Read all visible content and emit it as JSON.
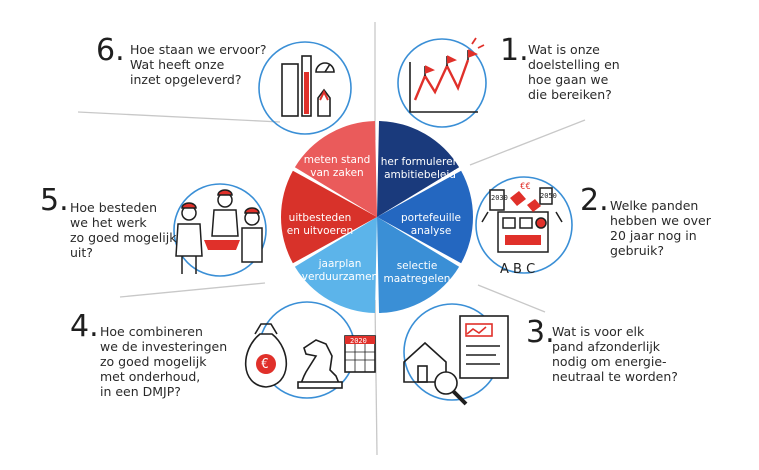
{
  "center_wheel": {
    "segments": [
      {
        "label": "meten stand\nvan zaken",
        "color": "#ea5b5b"
      },
      {
        "label": "her formuleren\nambitiebeleid",
        "color": "#1a3a7c"
      },
      {
        "label": "portefeuille\nanalyse",
        "color": "#2467c0"
      },
      {
        "label": "selectie\nmaatregelen",
        "color": "#3a8fd6"
      },
      {
        "label": "jaarplan\nverduurzamen",
        "color": "#5cb4ea"
      },
      {
        "label": "uitbesteden\nen uitvoeren",
        "color": "#d8322a"
      }
    ]
  },
  "steps": [
    {
      "number": "1.",
      "question": "Wat is onze\ndoelstelling en\nhoe gaan we\ndie bereiken?"
    },
    {
      "number": "2.",
      "question": "Welke panden\nhebben we over\n20 jaar nog in\ngebruik?"
    },
    {
      "number": "3.",
      "question": "Wat is voor elk\npand afzonderlijk\nnodig om energie-\nneutraal te worden?"
    },
    {
      "number": "4.",
      "question": "Hoe combineren\nwe de investeringen\nzo goed mogelijk\nmet onderhoud,\nin een DMJP?"
    },
    {
      "number": "5.",
      "question": "Hoe besteden\nwe het werk\nzo goed mogelijk\nuit?"
    },
    {
      "number": "6.",
      "question": "Hoe staan we ervoor?\nWat heeft onze\ninzet opgeleverd?"
    }
  ],
  "illustration_text": {
    "abc": "A B C",
    "year_2030": "2030",
    "year_2050": "2050",
    "euro_signs": "€€",
    "calendar_year": "2020",
    "euro_bag": "€"
  },
  "colors": {
    "accent_red": "#e0302a",
    "accent_blue": "#2b7fd4",
    "ink": "#1f1f1f",
    "divider": "#c8c8c8"
  }
}
